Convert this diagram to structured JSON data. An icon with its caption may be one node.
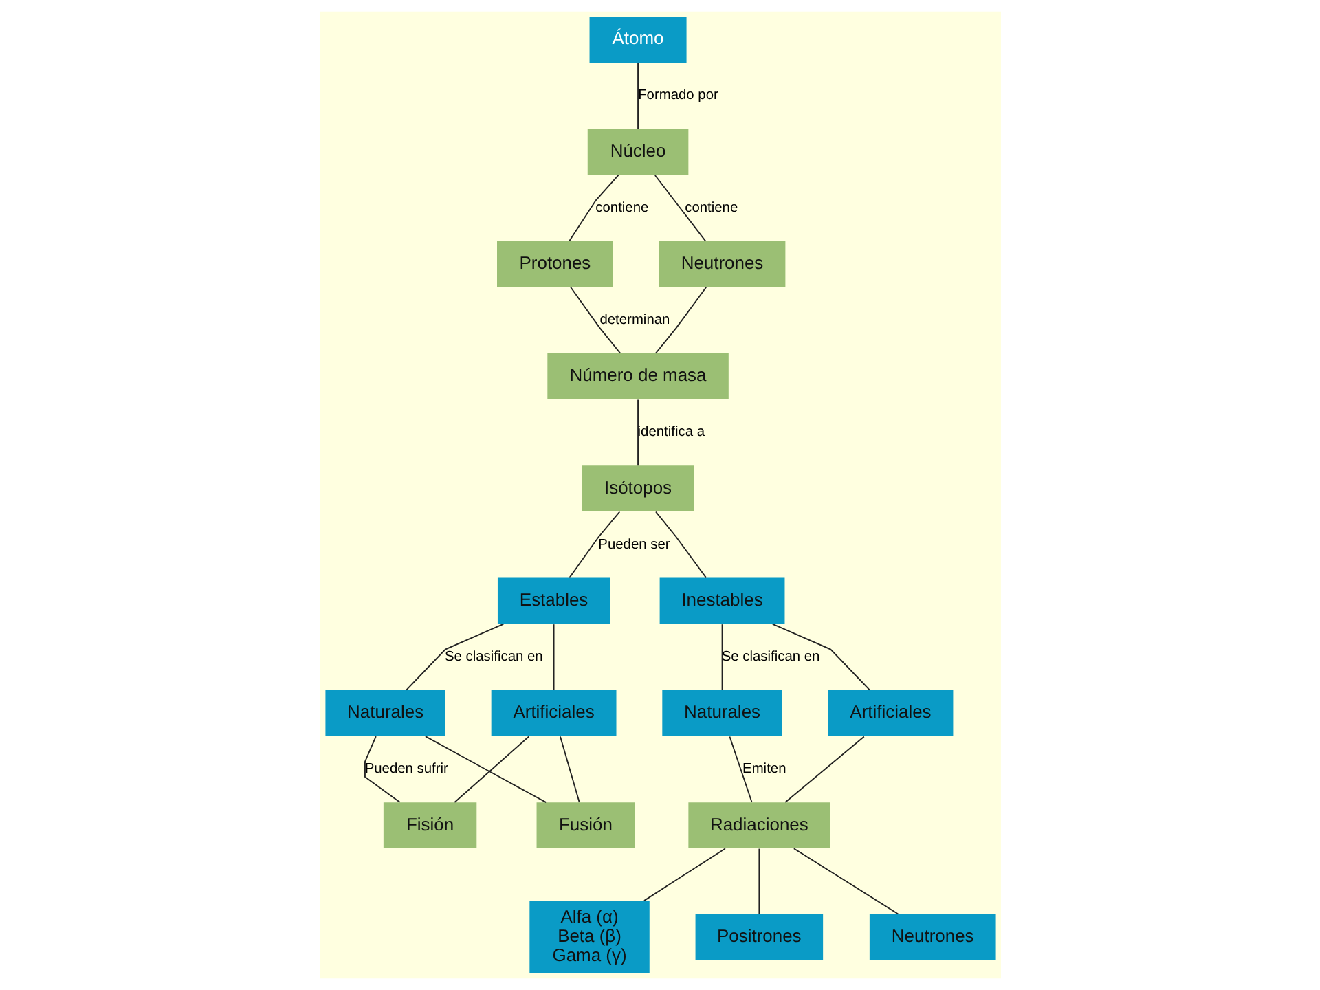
{
  "diagram": {
    "nodes": [
      {
        "text": [
          "Átomo"
        ]
      },
      {
        "text": [
          "Núcleo"
        ]
      },
      {
        "text": [
          "Protones"
        ]
      },
      {
        "text": [
          "Neutrones"
        ]
      },
      {
        "text": [
          "Número de masa"
        ]
      },
      {
        "text": [
          "Isótopos"
        ]
      },
      {
        "text": [
          "Estables"
        ]
      },
      {
        "text": [
          "Inestables"
        ]
      },
      {
        "text": [
          "Naturales"
        ]
      },
      {
        "text": [
          "Artificiales"
        ]
      },
      {
        "text": [
          "Naturales"
        ]
      },
      {
        "text": [
          "Artificiales"
        ]
      },
      {
        "text": [
          "Fisión"
        ]
      },
      {
        "text": [
          "Fusión"
        ]
      },
      {
        "text": [
          "Radiaciones"
        ]
      },
      {
        "text": [
          "Alfa (α) Beta (β) Gama (γ)"
        ]
      },
      {
        "text": [
          "Positrones"
        ]
      },
      {
        "text": [
          "Neutrones"
        ]
      }
    ],
    "edges": [
      {
        "from": 0,
        "to": 1,
        "arrow": "none",
        "label": "Formado por"
      },
      {
        "from": 1,
        "to": 2,
        "arrow": "none",
        "label": "contiene"
      },
      {
        "from": 1,
        "to": 3,
        "arrow": "none",
        "label": "contiene"
      },
      {
        "from": 2,
        "to": 4,
        "arrow": "none",
        "label": "determinan"
      },
      {
        "from": 3,
        "to": 4,
        "arrow": "none"
      },
      {
        "from": 4,
        "to": 5,
        "arrow": "none",
        "label": "identifica a"
      },
      {
        "from": 5,
        "to": 6,
        "arrow": "none",
        "label": "Pueden ser"
      },
      {
        "from": 5,
        "to": 7,
        "arrow": "none"
      },
      {
        "from": 6,
        "to": 8,
        "arrow": "none",
        "label": "Se clasifican en"
      },
      {
        "from": 6,
        "to": 9,
        "arrow": "none"
      },
      {
        "from": 7,
        "to": 10,
        "arrow": "none",
        "label": "Se clasifican en"
      },
      {
        "from": 7,
        "to": 11,
        "arrow": "none"
      },
      {
        "from": 8,
        "to": 12,
        "arrow": "none",
        "label": "Pueden sufrir"
      },
      {
        "from": 8,
        "to": 13,
        "arrow": "none"
      },
      {
        "from": 9,
        "to": 12,
        "arrow": "none"
      },
      {
        "from": 9,
        "to": 13,
        "arrow": "none"
      },
      {
        "from": 10,
        "to": 14,
        "arrow": "none",
        "label": "Emiten"
      },
      {
        "from": 11,
        "to": 14,
        "arrow": "none"
      },
      {
        "from": 14,
        "to": 15,
        "arrow": "none"
      },
      {
        "from": 14,
        "to": 16,
        "arrow": "none"
      },
      {
        "from": 14,
        "to": 17,
        "arrow": "none"
      }
    ]
  }
}
